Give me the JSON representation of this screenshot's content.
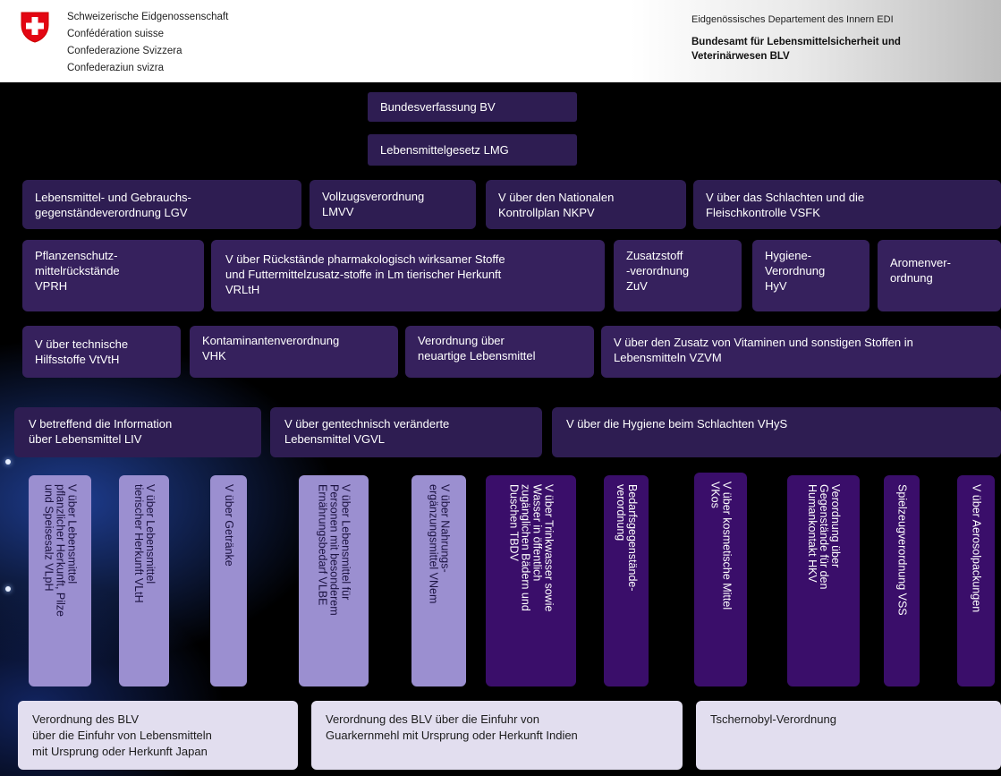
{
  "header": {
    "federation_lines": [
      "Schweizerische Eidgenossenschaft",
      "Confédération suisse",
      "Confederazione Svizzera",
      "Confederaziun svizra"
    ],
    "department": "Eidgenössisches Departement des Innern EDI",
    "office_line1": "Bundesamt für Lebensmittelsicherheit und",
    "office_line2": "Veterinärwesen BLV"
  },
  "top": {
    "bv": "Bundesverfassung BV",
    "lmg": "Lebensmittelgesetz LMG"
  },
  "row1": {
    "lgv_1": "Lebensmittel- und Gebrauchs-",
    "lgv_2": "gegenständeverordnung LGV",
    "lmvv_1": "Vollzugsverordnung",
    "lmvv_2": "LMVV",
    "nkpv_1": "V über den Nationalen",
    "nkpv_2": "Kontrollplan NKPV",
    "vsfk_1": "V über das Schlachten und die",
    "vsfk_2": "Fleischkontrolle VSFK"
  },
  "row2": {
    "vprh_1": "Pflanzenschutz-",
    "vprh_2": "mittelrückstände",
    "vprh_3": "VPRH",
    "vrlth_1": "V über Rückstände pharmakologisch wirksamer Stoffe",
    "vrlth_2": "und Futtermittelzusatz-stoffe in Lm tierischer Herkunft",
    "vrlth_3": "VRLtH",
    "zuv_1": "Zusatzstoff",
    "zuv_2": "-verordnung",
    "zuv_3": "ZuV",
    "hyv_1": "Hygiene-",
    "hyv_2": "Verordnung",
    "hyv_3": "HyV",
    "arom_1": "Aromenver-",
    "arom_2": "ordnung"
  },
  "row3": {
    "vtvth_1": "V über technische",
    "vtvth_2": "Hilfsstoffe VtVtH",
    "vhk_1": "Kontaminantenverordnung",
    "vhk_2": "VHK",
    "neu_1": "Verordnung über",
    "neu_2": "neuartige Lebensmittel",
    "vzvm_1": "V über den Zusatz von Vitaminen und sonstigen Stoffen in",
    "vzvm_2": "Lebensmitteln VZVM"
  },
  "row4": {
    "liv_1": "V betreffend die Information",
    "liv_2": "über Lebensmittel LIV",
    "vgvl_1": "V über gentechnisch veränderte",
    "vgvl_2": "Lebensmittel VGVL",
    "vhys": "V über die Hygiene beim Schlachten  VHyS"
  },
  "vertical": [
    {
      "lines": [
        "V über Lebensmittel",
        "pflanzlicher Herkunft, Pilze",
        "und Speisesalz VLpH"
      ]
    },
    {
      "lines": [
        "V über Lebensmittel",
        "tierischer Herkunft VLtH"
      ]
    },
    {
      "lines": [
        "V über Getränke"
      ]
    },
    {
      "lines": [
        "V über Lebensmittel für",
        "Personen mit besonderem",
        "Ernährungsbedarf VLBE"
      ]
    },
    {
      "lines": [
        "V über Nahrungs-",
        "ergänzungsmittel VNem"
      ]
    },
    {
      "lines": [
        "V über Trinkwasser sowie",
        "Wasser in öffentlich",
        "zugänglichen Bädern und",
        "Duschen TBDV"
      ]
    },
    {
      "lines": [
        "Bedarfsgegenstände-",
        "verordnung"
      ]
    },
    {
      "lines": [
        "V über kosmetische Mittel",
        "VKos"
      ]
    },
    {
      "lines": [
        "Verordnung über",
        "Gegenstände für den",
        "Humankontakt HKV"
      ]
    },
    {
      "lines": [
        "Spielzeugverordnung VSS"
      ]
    },
    {
      "lines": [
        "V über Aerosolpackungen"
      ]
    }
  ],
  "bottom": {
    "japan_1": "Verordnung des BLV",
    "japan_2": "über die Einfuhr von Lebensmitteln",
    "japan_3": "mit Ursprung oder Herkunft Japan",
    "india_1": "Verordnung des BLV über die Einfuhr von",
    "india_2": "Guarkernmehl mit Ursprung oder Herkunft Indien",
    "tscher": "Tschernobyl-Verordnung"
  },
  "colors": {
    "dark_box": "#2e1d52",
    "lavender": "#9b8fd0",
    "deep_purple": "#3a0e6a",
    "light_box": "#e2deef",
    "swiss_red": "#e30613"
  }
}
